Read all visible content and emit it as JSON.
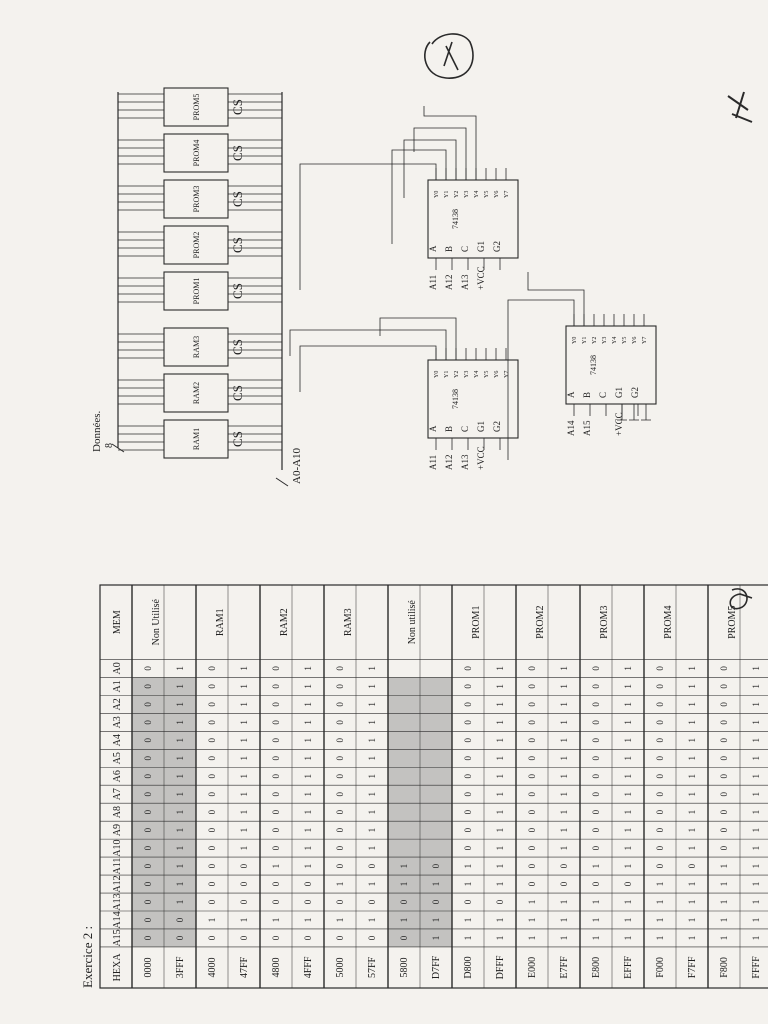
{
  "exercise_label": "Exercice 2 :",
  "table": {
    "headers": [
      "HEXA",
      "A15",
      "A14",
      "A13",
      "A12",
      "A11",
      "A10",
      "A9",
      "A8",
      "A7",
      "A6",
      "A5",
      "A4",
      "A3",
      "A2",
      "A1",
      "A0",
      "MEM"
    ],
    "rows": [
      {
        "hexa": "0000",
        "bits": [
          "0",
          "0",
          "0",
          "0",
          "0",
          "0",
          "0",
          "0",
          "0",
          "0",
          "0",
          "0",
          "0",
          "0",
          "0",
          "0"
        ],
        "mem": "Non Utilisé",
        "shaded": true,
        "group": "g0"
      },
      {
        "hexa": "3FFF",
        "bits": [
          "0",
          "0",
          "1",
          "1",
          "1",
          "1",
          "1",
          "1",
          "1",
          "1",
          "1",
          "1",
          "1",
          "1",
          "1",
          "1"
        ],
        "mem": "",
        "shaded": true,
        "group": "g0"
      },
      {
        "hexa": "4000",
        "bits": [
          "0",
          "1",
          "0",
          "0",
          "0",
          "0",
          "0",
          "0",
          "0",
          "0",
          "0",
          "0",
          "0",
          "0",
          "0",
          "0"
        ],
        "mem": "RAM1",
        "shaded": false,
        "group": "g1"
      },
      {
        "hexa": "47FF",
        "bits": [
          "0",
          "1",
          "0",
          "0",
          "0",
          "1",
          "1",
          "1",
          "1",
          "1",
          "1",
          "1",
          "1",
          "1",
          "1",
          "1"
        ],
        "mem": "",
        "shaded": false,
        "group": "g1"
      },
      {
        "hexa": "4800",
        "bits": [
          "0",
          "1",
          "0",
          "0",
          "1",
          "0",
          "0",
          "0",
          "0",
          "0",
          "0",
          "0",
          "0",
          "0",
          "0",
          "0"
        ],
        "mem": "RAM2",
        "shaded": false,
        "group": "g2"
      },
      {
        "hexa": "4FFF",
        "bits": [
          "0",
          "1",
          "0",
          "0",
          "1",
          "1",
          "1",
          "1",
          "1",
          "1",
          "1",
          "1",
          "1",
          "1",
          "1",
          "1"
        ],
        "mem": "",
        "shaded": false,
        "group": "g2"
      },
      {
        "hexa": "5000",
        "bits": [
          "0",
          "1",
          "0",
          "1",
          "0",
          "0",
          "0",
          "0",
          "0",
          "0",
          "0",
          "0",
          "0",
          "0",
          "0",
          "0"
        ],
        "mem": "RAM3",
        "shaded": false,
        "group": "g3"
      },
      {
        "hexa": "57FF",
        "bits": [
          "0",
          "1",
          "0",
          "1",
          "0",
          "1",
          "1",
          "1",
          "1",
          "1",
          "1",
          "1",
          "1",
          "1",
          "1",
          "1"
        ],
        "mem": "",
        "shaded": false,
        "group": "g3"
      },
      {
        "hexa": "5800",
        "bits": [
          "0",
          "1",
          "0",
          "1",
          "1",
          "",
          "",
          "",
          "",
          "",
          "",
          "",
          "",
          "",
          "",
          ""
        ],
        "mem": "Non utilisé",
        "shaded": true,
        "group": "g4"
      },
      {
        "hexa": "D7FF",
        "bits": [
          "1",
          "1",
          "0",
          "1",
          "0",
          "",
          "",
          "",
          "",
          "",
          "",
          "",
          "",
          "",
          "",
          ""
        ],
        "mem": "",
        "shaded": true,
        "group": "g4"
      },
      {
        "hexa": "D800",
        "bits": [
          "1",
          "1",
          "0",
          "1",
          "1",
          "0",
          "0",
          "0",
          "0",
          "0",
          "0",
          "0",
          "0",
          "0",
          "0",
          "0"
        ],
        "mem": "PROM1",
        "shaded": false,
        "group": "g5"
      },
      {
        "hexa": "DFFF",
        "bits": [
          "1",
          "1",
          "0",
          "1",
          "1",
          "1",
          "1",
          "1",
          "1",
          "1",
          "1",
          "1",
          "1",
          "1",
          "1",
          "1"
        ],
        "mem": "",
        "shaded": false,
        "group": "g5"
      },
      {
        "hexa": "E000",
        "bits": [
          "1",
          "1",
          "1",
          "0",
          "0",
          "0",
          "0",
          "0",
          "0",
          "0",
          "0",
          "0",
          "0",
          "0",
          "0",
          "0"
        ],
        "mem": "PROM2",
        "shaded": false,
        "group": "g6"
      },
      {
        "hexa": "E7FF",
        "bits": [
          "1",
          "1",
          "1",
          "0",
          "0",
          "1",
          "1",
          "1",
          "1",
          "1",
          "1",
          "1",
          "1",
          "1",
          "1",
          "1"
        ],
        "mem": "",
        "shaded": false,
        "group": "g6"
      },
      {
        "hexa": "E800",
        "bits": [
          "1",
          "1",
          "1",
          "0",
          "1",
          "0",
          "0",
          "0",
          "0",
          "0",
          "0",
          "0",
          "0",
          "0",
          "0",
          "0"
        ],
        "mem": "PROM3",
        "shaded": false,
        "group": "g7"
      },
      {
        "hexa": "EFFF",
        "bits": [
          "1",
          "1",
          "1",
          "0",
          "1",
          "1",
          "1",
          "1",
          "1",
          "1",
          "1",
          "1",
          "1",
          "1",
          "1",
          "1"
        ],
        "mem": "",
        "shaded": false,
        "group": "g7"
      },
      {
        "hexa": "F000",
        "bits": [
          "1",
          "1",
          "1",
          "1",
          "0",
          "0",
          "0",
          "0",
          "0",
          "0",
          "0",
          "0",
          "0",
          "0",
          "0",
          "0"
        ],
        "mem": "PROM4",
        "shaded": false,
        "group": "g8"
      },
      {
        "hexa": "F7FF",
        "bits": [
          "1",
          "1",
          "1",
          "1",
          "0",
          "1",
          "1",
          "1",
          "1",
          "1",
          "1",
          "1",
          "1",
          "1",
          "1",
          "1"
        ],
        "mem": "",
        "shaded": false,
        "group": "g8"
      },
      {
        "hexa": "F800",
        "bits": [
          "1",
          "1",
          "1",
          "1",
          "1",
          "0",
          "0",
          "0",
          "0",
          "0",
          "0",
          "0",
          "0",
          "0",
          "0",
          "0"
        ],
        "mem": "PROM5",
        "shaded": false,
        "group": "g9"
      },
      {
        "hexa": "FFFF",
        "bits": [
          "1",
          "1",
          "1",
          "1",
          "1",
          "1",
          "1",
          "1",
          "1",
          "1",
          "1",
          "1",
          "1",
          "1",
          "1",
          "1"
        ],
        "mem": "",
        "shaded": false,
        "group": "g9"
      }
    ]
  },
  "diagram": {
    "data_bus_label": "Données.",
    "data_bus_width": "8",
    "address_bus_label": "A0-A10",
    "cs_label": "CS",
    "memories": [
      "RAM1",
      "RAM2",
      "RAM3",
      "PROM1",
      "PROM2",
      "PROM3",
      "PROM4",
      "PROM5"
    ],
    "decoder_chip": "74138",
    "decoder_inputs": [
      "A",
      "B",
      "C",
      "G1",
      "G2"
    ],
    "decoder_outputs": [
      "Y0",
      "Y1",
      "Y2",
      "Y3",
      "Y4",
      "Y5",
      "Y6",
      "Y7"
    ],
    "decoder_a_signals": [
      "A11",
      "A12",
      "A13",
      "+VCC"
    ],
    "decoder_b_signals": [
      "A11",
      "A12",
      "A13",
      "+VCC"
    ],
    "decoder_c_signals": [
      "A14",
      "A15",
      "",
      "+VCC"
    ]
  }
}
